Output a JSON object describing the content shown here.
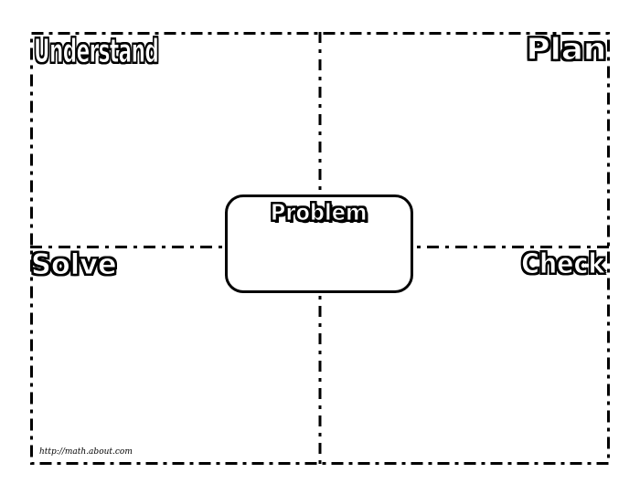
{
  "quadrants": [
    {
      "id": "understand",
      "label": "Understand"
    },
    {
      "id": "plan",
      "label": "Plan"
    },
    {
      "id": "solve",
      "label": "Solve"
    },
    {
      "id": "check",
      "label": "Check"
    }
  ],
  "center_box": {
    "label": "Problem"
  },
  "footer": {
    "source_url": "http://math.about.com"
  },
  "colors": {
    "ink": "#000000",
    "paper": "#ffffff",
    "letter_fill": "#ffffff"
  }
}
